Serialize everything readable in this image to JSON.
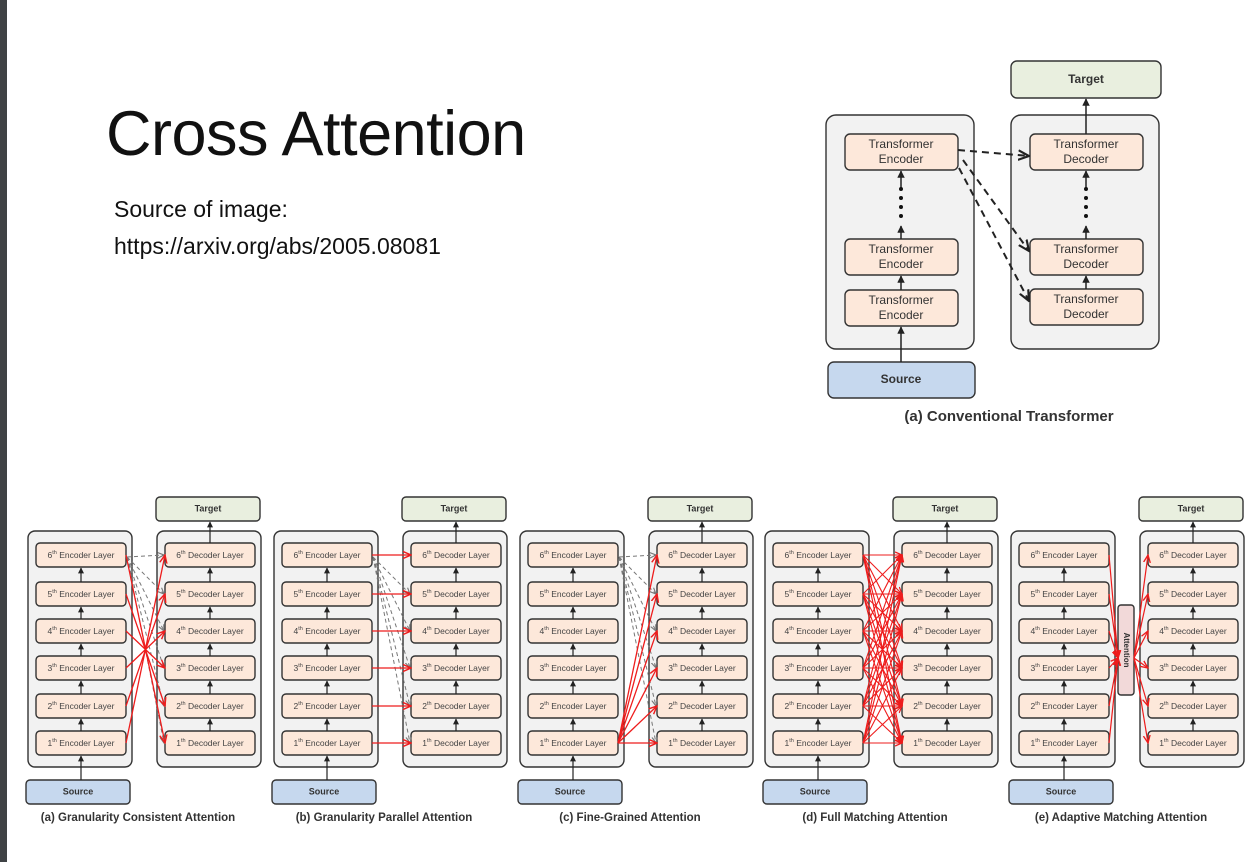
{
  "slide": {
    "title": "Cross Attention",
    "source_label": "Source of image:",
    "source_url": "https://arxiv.org/abs/2005.08081"
  },
  "conventional": {
    "caption": "(a) Conventional Transformer",
    "target_label": "Target",
    "source_label": "Source",
    "encoder_blocks": [
      "Transformer\nEncoder",
      "Transformer\nEncoder",
      "Transformer\nEncoder"
    ],
    "decoder_blocks": [
      "Transformer\nDecoder",
      "Transformer\nDecoder",
      "Transformer\nDecoder"
    ]
  },
  "panels": [
    {
      "id": "a",
      "caption": "(a) Granularity Consistent Attention",
      "pattern": "consistent"
    },
    {
      "id": "b",
      "caption": "(b) Granularity Parallel Attention",
      "pattern": "parallel"
    },
    {
      "id": "c",
      "caption": "(c) Fine-Grained Attention",
      "pattern": "fine-grained"
    },
    {
      "id": "d",
      "caption": "(d) Full Matching Attention",
      "pattern": "full"
    },
    {
      "id": "e",
      "caption": "(e) Adaptive Matching Attention",
      "pattern": "adaptive"
    }
  ],
  "panel_common": {
    "target_label": "Target",
    "source_label": "Source",
    "attention_label": "Attention",
    "encoder_layers": [
      {
        "num": "6",
        "sup": "th",
        "label": "Encoder Layer"
      },
      {
        "num": "5",
        "sup": "th",
        "label": "Encoder Layer"
      },
      {
        "num": "4",
        "sup": "th",
        "label": "Encoder Layer"
      },
      {
        "num": "3",
        "sup": "th",
        "label": "Encoder Layer"
      },
      {
        "num": "2",
        "sup": "th",
        "label": "Encoder Layer"
      },
      {
        "num": "1",
        "sup": "th",
        "label": "Encoder Layer"
      }
    ],
    "decoder_layers": [
      {
        "num": "6",
        "sup": "th",
        "label": "Decoder Layer"
      },
      {
        "num": "5",
        "sup": "th",
        "label": "Decoder Layer"
      },
      {
        "num": "4",
        "sup": "th",
        "label": "Decoder Layer"
      },
      {
        "num": "3",
        "sup": "th",
        "label": "Decoder Layer"
      },
      {
        "num": "2",
        "sup": "th",
        "label": "Decoder Layer"
      },
      {
        "num": "1",
        "sup": "th",
        "label": "Decoder Layer"
      }
    ]
  },
  "colors": {
    "layer_fill": "#fde8da",
    "stack_fill": "#f2f2f2",
    "target_fill": "#e9efdf",
    "source_fill": "#c6d8ee",
    "attention_fill": "#f2d9d9",
    "red_arrow": "#ee1c1c",
    "dashed_arrow": "#777777",
    "stroke": "#333333"
  }
}
